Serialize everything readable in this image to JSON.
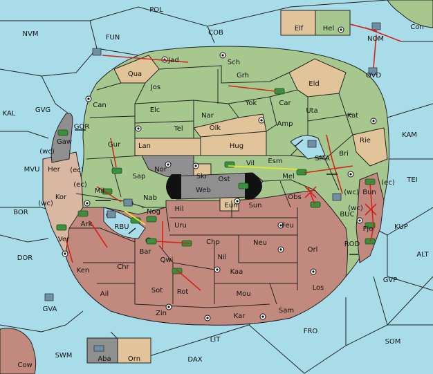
{
  "map": {
    "colors": {
      "sea": "#a9dce9",
      "green_power": "#a6c88e",
      "tan_power": "#e2c49a",
      "red_power": "#c28a7f",
      "gray_power": "#8f8f8f",
      "neutral_land": "#d9b8a3",
      "red_order": "#d0241b",
      "yellow_order": "#e6e62e"
    },
    "sea_labels": [
      "POL",
      "NVM",
      "FUN",
      "COB",
      "KAL",
      "GVG",
      "GOR",
      "MVU",
      "BOR",
      "DOR",
      "GVA",
      "SWM",
      "LIT",
      "DAX",
      "FRO",
      "SOM",
      "GVP",
      "ALT",
      "KUP",
      "TEI",
      "KAM",
      "ROD",
      "BUC",
      "RBU"
    ],
    "land_labels": [
      "Con",
      "NOM",
      "OVD",
      "Elf",
      "Hel",
      "Jad",
      "Sch",
      "Qua",
      "Jos",
      "Grh",
      "Eld",
      "Can",
      "Car",
      "Elc",
      "Nar",
      "Yok",
      "Uta",
      "Kat",
      "Tel",
      "Olk",
      "Amp",
      "Gur",
      "Lan",
      "Hug",
      "Rie",
      "Gaw",
      "Bri",
      "Her",
      "Nor",
      "Skr",
      "Vil",
      "Esm",
      "SMA",
      "Sap",
      "Ost",
      "Web",
      "Mel",
      "Kor",
      "Mil",
      "Nab",
      "Eun",
      "Sun",
      "Obs",
      "Ark",
      "Hil",
      "Nog",
      "Bun",
      "Uru",
      "Feu",
      "Ver",
      "Fjo",
      "Bar",
      "Chp",
      "Neu",
      "Orl",
      "Qwi",
      "Nil",
      "Ken",
      "Chr",
      "Kaa",
      "Ail",
      "Sot",
      "Rot",
      "Mou",
      "Los",
      "Zin",
      "Kar",
      "Sam",
      "Cow",
      "Aba",
      "Orn"
    ],
    "coast_tags": [
      "(wc)",
      "(ec)",
      "(wc)",
      "(ec)",
      "(wc)",
      "(ec)",
      "(wc)"
    ]
  }
}
